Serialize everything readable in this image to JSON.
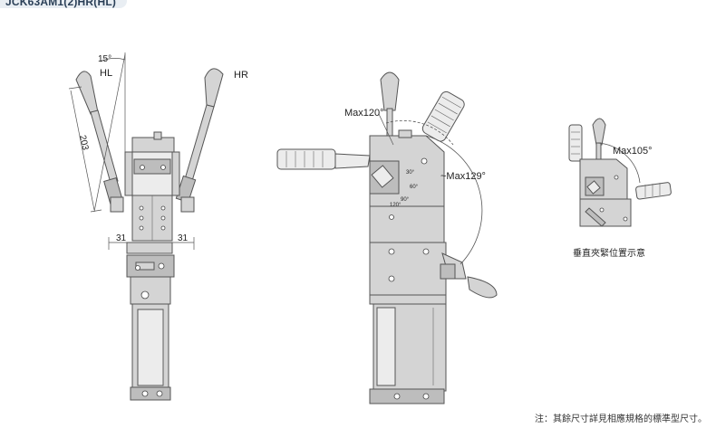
{
  "header": {
    "model_title": "JCK63AM1(2)HR(HL)"
  },
  "view_front": {
    "angle_label": "15°",
    "left_handle_label": "HL",
    "right_handle_label": "HR",
    "height_dim": "203",
    "left_offset_dim": "31",
    "right_offset_dim": "31"
  },
  "view_side": {
    "max_angle_top": "Max120°",
    "max_angle_right": "~Max129°",
    "small_angles": [
      "30°",
      "60°",
      "90°",
      "120°"
    ]
  },
  "view_vertical": {
    "max_angle": "Max105°",
    "caption": "垂直夾緊位置示意"
  },
  "footer": {
    "note": "注：其餘尺寸詳見相應規格的標準型尺寸。"
  },
  "colors": {
    "part_fill": "#d4d4d4",
    "outline": "#555555",
    "title_bg": "#e9eef3"
  },
  "icons": [
    "toggle-clamp-front-view",
    "toggle-clamp-side-view",
    "toggle-clamp-vertical-view"
  ]
}
